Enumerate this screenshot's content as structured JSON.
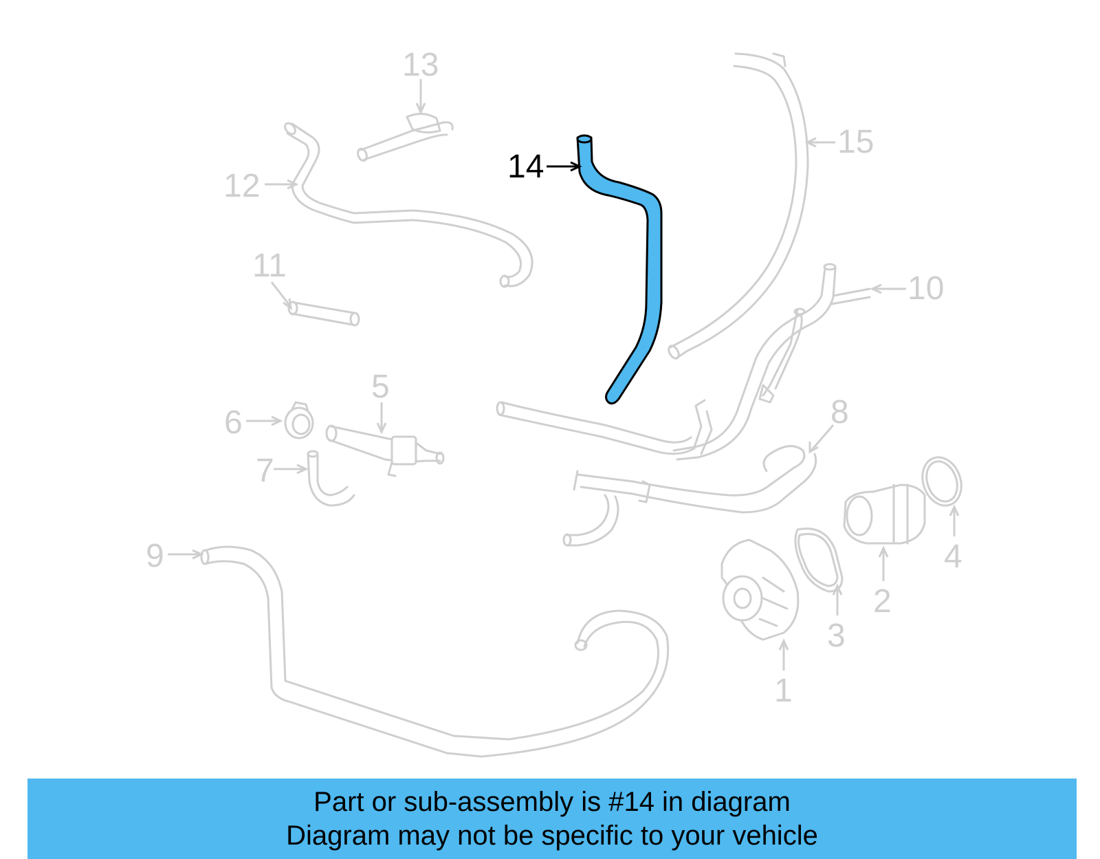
{
  "diagram": {
    "highlighted_part": "14",
    "labels": [
      {
        "id": "1",
        "text": "1"
      },
      {
        "id": "2",
        "text": "2"
      },
      {
        "id": "3",
        "text": "3"
      },
      {
        "id": "4",
        "text": "4"
      },
      {
        "id": "5",
        "text": "5"
      },
      {
        "id": "6",
        "text": "6"
      },
      {
        "id": "7",
        "text": "7"
      },
      {
        "id": "8",
        "text": "8"
      },
      {
        "id": "9",
        "text": "9"
      },
      {
        "id": "10",
        "text": "10"
      },
      {
        "id": "11",
        "text": "11"
      },
      {
        "id": "12",
        "text": "12"
      },
      {
        "id": "13",
        "text": "13"
      },
      {
        "id": "14",
        "text": "14"
      },
      {
        "id": "15",
        "text": "15"
      }
    ],
    "colors": {
      "highlight_fill": "#4fb9f0",
      "part_stroke": "#cfcfcf",
      "banner": "#4fb9f0"
    }
  },
  "banner": {
    "line1": "Part or sub-assembly is #14 in diagram",
    "line2": "Diagram may not be specific to your vehicle"
  }
}
